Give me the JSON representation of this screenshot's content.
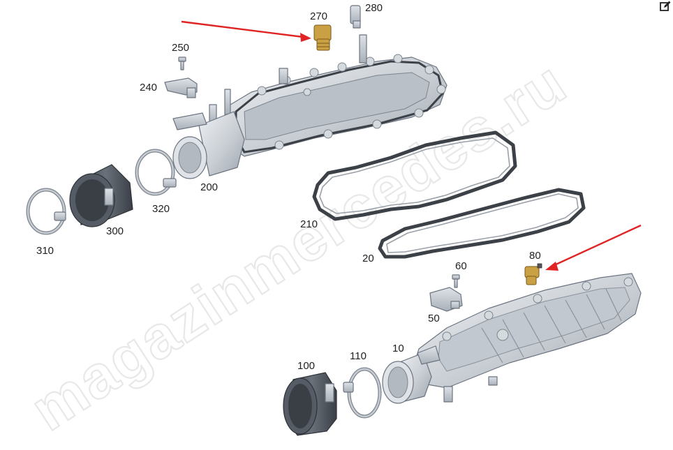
{
  "watermark": {
    "text": "magazinmercedes.ru"
  },
  "toolbar": {
    "edit_icon": "edit-icon"
  },
  "colors": {
    "arrow": "#e02424",
    "part": "#c9ced4",
    "brass": "#c9a044",
    "gasket": "#3c4148"
  },
  "callouts": {
    "c10": "10",
    "c20": "20",
    "c50": "50",
    "c60": "60",
    "c80": "80",
    "c100": "100",
    "c110": "110",
    "c200": "200",
    "c210": "210",
    "c240": "240",
    "c250": "250",
    "c270": "270",
    "c280": "280",
    "c300": "300",
    "c310": "310",
    "c320": "320"
  }
}
